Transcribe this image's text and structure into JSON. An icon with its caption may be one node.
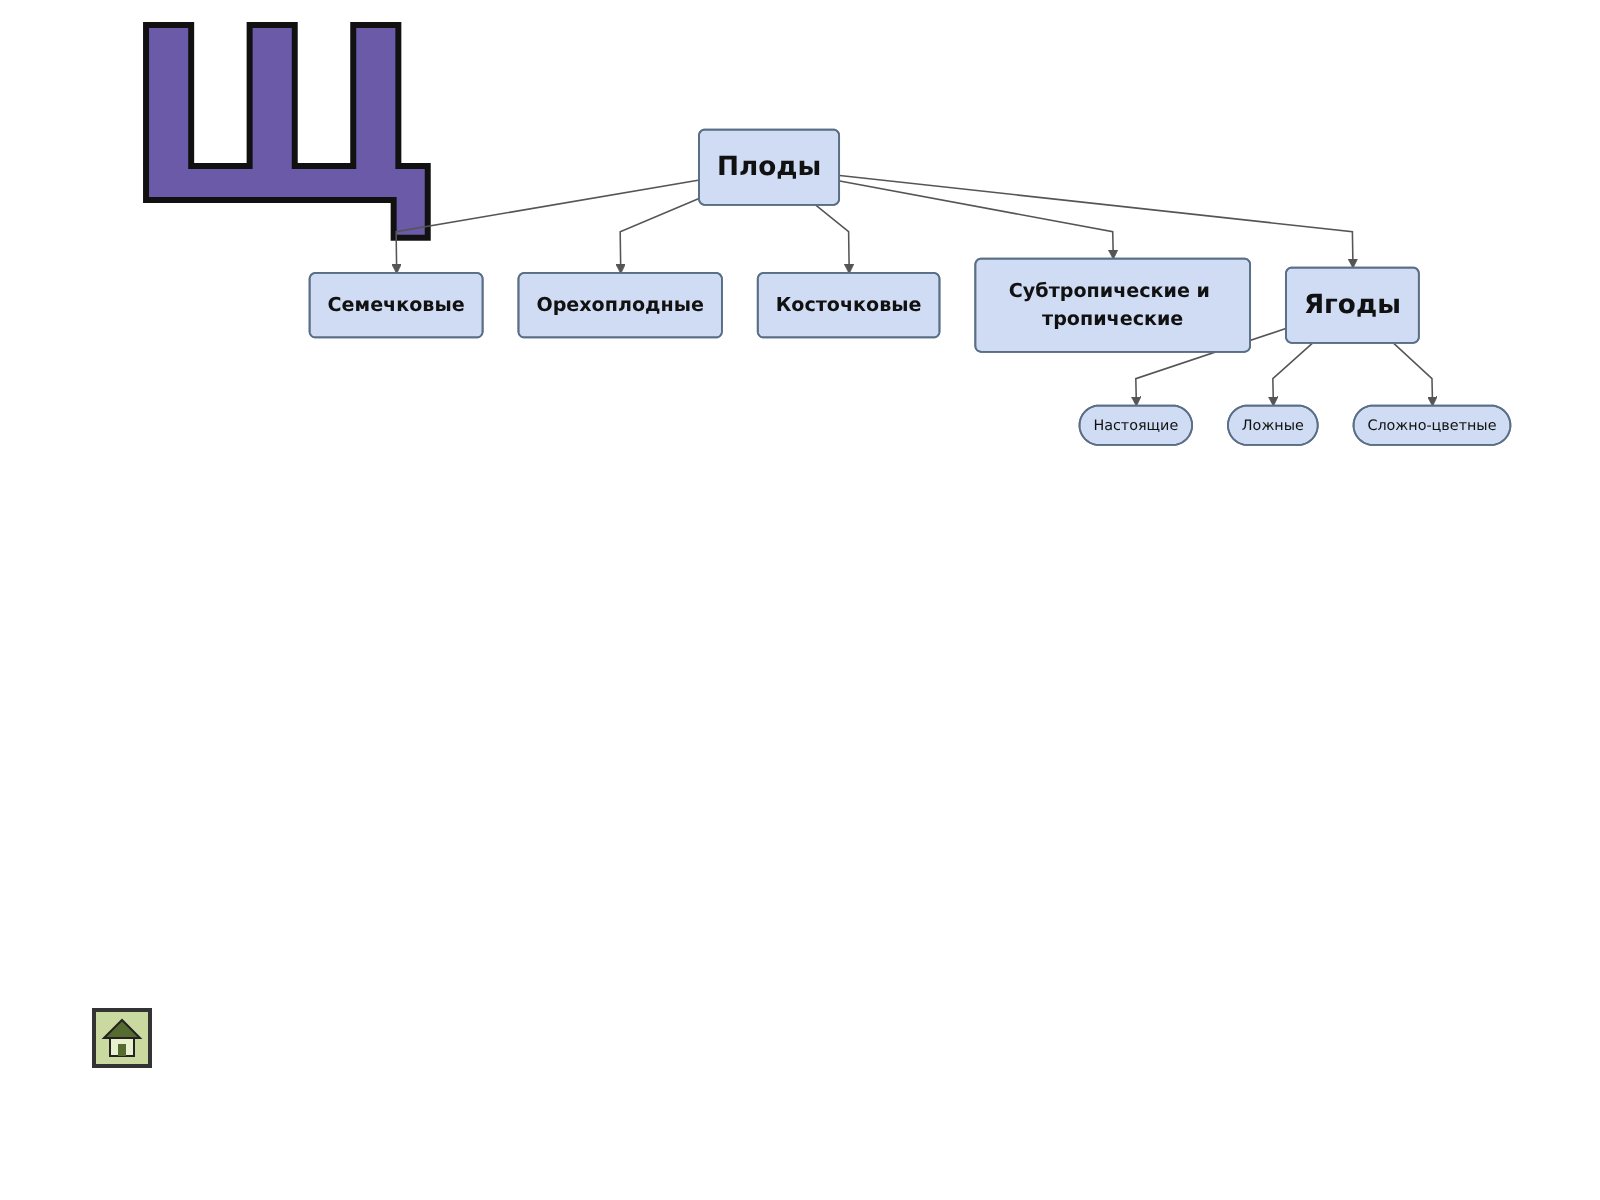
{
  "diagram": {
    "nodes": [
      {
        "text": [
          "Плоды"
        ]
      },
      {
        "text": [
          "Семечковые"
        ]
      },
      {
        "text": [
          "Орехоплодные"
        ]
      },
      {
        "text": [
          "Косточковые"
        ]
      },
      {
        "text": [
          "Субтропические и тропические"
        ]
      },
      {
        "text": [
          "Ягоды"
        ]
      },
      {
        "text": [
          "Настоящие"
        ]
      },
      {
        "text": [
          "Ложные"
        ]
      },
      {
        "text": [
          "Сложно-цветные"
        ]
      }
    ],
    "edges": [
      {
        "from": 0,
        "to": 1,
        "arrow": "to"
      },
      {
        "from": 0,
        "to": 3,
        "arrow": "to"
      },
      {
        "from": 0,
        "to": 5,
        "arrow": "to"
      },
      {
        "from": 0,
        "to": 4,
        "arrow": "to"
      },
      {
        "from": 0,
        "to": 2,
        "arrow": "to"
      },
      {
        "from": 5,
        "to": 6,
        "arrow": "to"
      },
      {
        "from": 5,
        "to": 7,
        "arrow": "to"
      },
      {
        "from": 5,
        "to": 8,
        "arrow": "to"
      }
    ],
    "labels": [
      "Щ"
    ]
  }
}
